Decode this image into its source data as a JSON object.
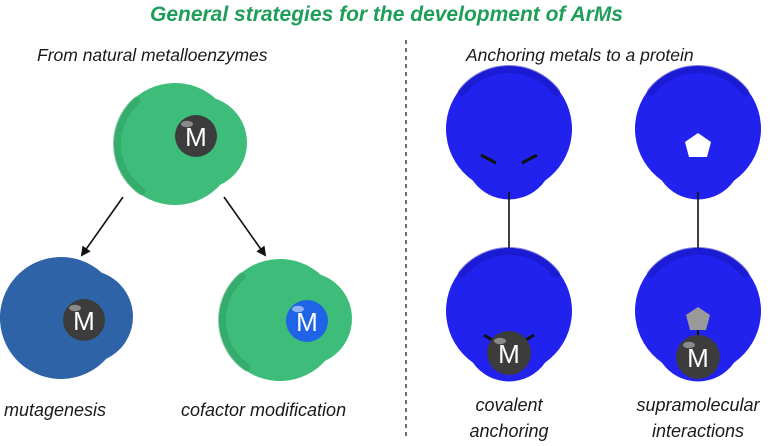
{
  "title": "General strategies for the development of ArMs",
  "left_panel": {
    "heading": "From natural metalloenzymes",
    "metal_label": "M",
    "captions": {
      "mutagenesis": "mutagenesis",
      "cofactor": "cofactor modification"
    }
  },
  "right_panel": {
    "heading": "Anchoring metals to a protein",
    "metal_label": "M",
    "captions": {
      "covalent_1": "covalent",
      "covalent_2": "anchoring",
      "supra_1": "supramolecular",
      "supra_2": "interactions"
    }
  },
  "colors": {
    "title": "#1f9e5a",
    "green_protein": "#3dbd79",
    "green_shade": "#2e9f63",
    "dark_blue_protein": "#2f63a8",
    "blue_protein": "#2222ee",
    "blue_shade": "#1616c0",
    "metal_dark": "#3c3c3c",
    "metal_blue": "#1f63e6",
    "ligand_gray": "#9a9a9a"
  }
}
